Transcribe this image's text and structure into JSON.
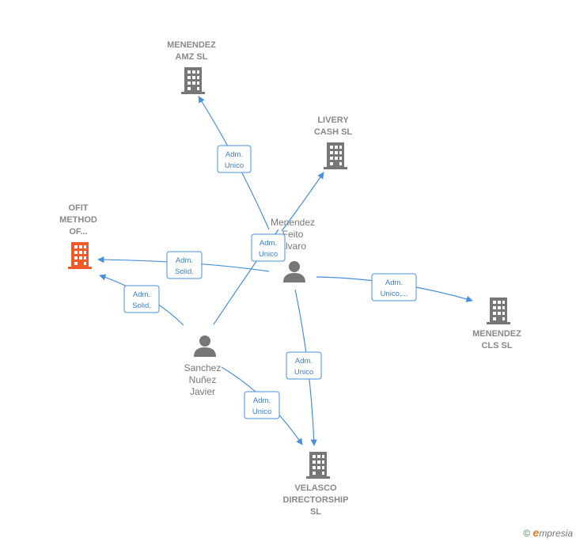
{
  "colors": {
    "edge": "#4a8fdc",
    "company": "#777777",
    "company_highlight": "#f05a28",
    "person": "#777777"
  },
  "companies": [
    {
      "id": "menendez-amz",
      "lines": [
        "MENENDEZ",
        "AMZ  SL"
      ],
      "highlight": false
    },
    {
      "id": "livery-cash",
      "lines": [
        "LIVERY",
        "CASH  SL"
      ],
      "highlight": false
    },
    {
      "id": "ofit-method",
      "lines": [
        "OFIT",
        "METHOD",
        "OF..."
      ],
      "highlight": true
    },
    {
      "id": "menendez-cls",
      "lines": [
        "MENENDEZ",
        "CLS  SL"
      ],
      "highlight": false
    },
    {
      "id": "velasco-directorship",
      "lines": [
        "VELASCO",
        "DIRECTORSHIP",
        "SL"
      ],
      "highlight": false
    }
  ],
  "persons": [
    {
      "id": "menendez-feito-alvaro",
      "lines": [
        "Menendez",
        "Feito",
        "Alvaro"
      ]
    },
    {
      "id": "sanchez-nunez-javier",
      "lines": [
        "Sanchez",
        "Nuñez",
        "Javier"
      ]
    }
  ],
  "relations": [
    {
      "id": "rel-alvaro-amz",
      "lines": [
        "Adm.",
        "Unico"
      ]
    },
    {
      "id": "rel-alvaro-livery",
      "lines": [
        "Adm.",
        "Unico"
      ]
    },
    {
      "id": "rel-alvaro-ofit",
      "lines": [
        "Adm.",
        "Solid."
      ]
    },
    {
      "id": "rel-alvaro-cls",
      "lines": [
        "Adm.",
        "Unico,..."
      ]
    },
    {
      "id": "rel-alvaro-velasco",
      "lines": [
        "Adm.",
        "Unico"
      ]
    },
    {
      "id": "rel-javier-ofit",
      "lines": [
        "Adm.",
        "Solid."
      ]
    },
    {
      "id": "rel-javier-velasco",
      "lines": [
        "Adm.",
        "Unico"
      ]
    }
  ],
  "watermark": {
    "symbol": "©",
    "brand_initial": "e",
    "brand_rest": "mpresia"
  }
}
